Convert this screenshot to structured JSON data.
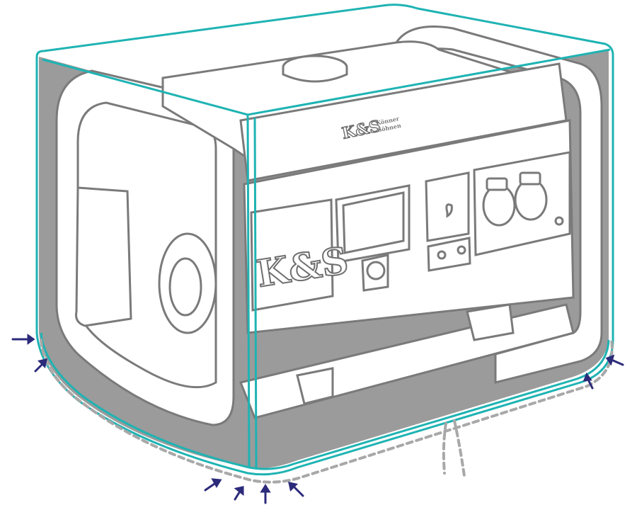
{
  "illustration": {
    "subject": "Portable generator inside a fitted protective cover",
    "colors": {
      "background": "#ffffff",
      "cover_fill": "#9b9b9b",
      "cover_outline": "#1fb3b3",
      "line_art": "#7a7a7a",
      "dashed_edge": "#a8a8a8",
      "arrows": "#2c2a7a"
    },
    "top_logo": {
      "mark": "K&S",
      "brand_line1": "Könner",
      "brand_line2": "Söhnen"
    },
    "front_panel_logo": {
      "mark": "K&S"
    },
    "arrows_count": 8
  }
}
